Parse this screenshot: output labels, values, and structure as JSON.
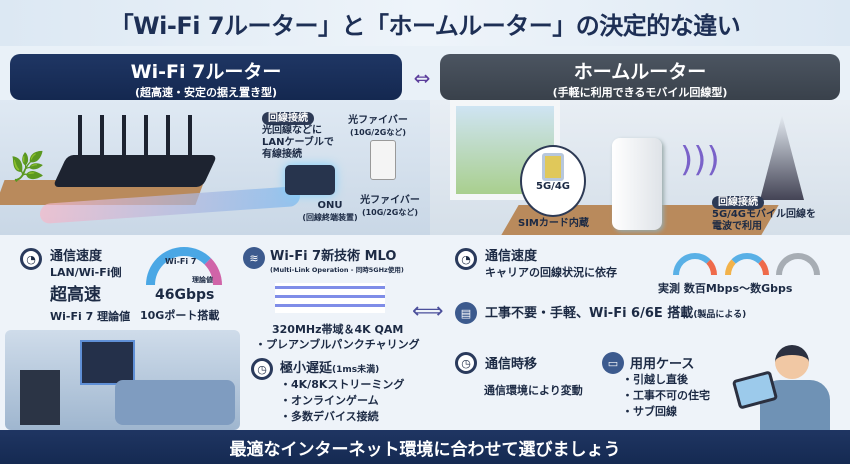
{
  "title": "「Wi-Fi 7ルーター」と「ホームルーター」の決定的な違い",
  "left": {
    "header": "Wi-Fi 7ルーター",
    "subheader": "(超高速・安定の据え置き型)",
    "illustration": {
      "badge": "回線接続",
      "desc": [
        "光回線などに",
        "LANケーブルで",
        "有線接続"
      ],
      "fiber_top": "光ファイバー",
      "fiber_top_sub": "(10G/2Gなど)",
      "fiber_bottom": "光ファイバー",
      "fiber_bottom_sub": "(10G/2Gなど)",
      "onu": "ONU",
      "onu_sub": "(回線終端装置)"
    },
    "speed": {
      "heading": "通信速度",
      "line1": "LAN/Wi-Fi側",
      "line2": "超高速",
      "line3": "Wi-Fi 7 理論値",
      "gauge_label": "Wi-Fi 7",
      "gauge_sub": "理論値",
      "value": "46Gbps",
      "port": "10Gポート搭載"
    },
    "mlo": {
      "heading": "Wi-Fi 7新技術 MLO",
      "sub": "(Multi-Link Operation - 同時5GHz使用)",
      "line1": "320MHz帯域＆4K QAM",
      "line2": "・プレアンブルパンクチャリング"
    },
    "latency": {
      "heading": "極小遅延",
      "heading_sub": "(1ms未満)",
      "items": [
        "・4K/8Kストリーミング",
        "・オンラインゲーム",
        "・多数デバイス接続"
      ]
    }
  },
  "right": {
    "header": "ホームルーター",
    "subheader": "(手軽に利用できるモバイル回線型)",
    "illustration": {
      "sim": "5G/4G",
      "sim_caption": "SIMカード内蔵",
      "badge": "回線接続",
      "desc": [
        "5G/4Gモバイル回線を",
        "電波で利用"
      ]
    },
    "speed": {
      "heading": "通信速度",
      "line1": "キャリアの回線状況に依存",
      "measured": "実測 数百Mbps～数Gbps"
    },
    "feature": {
      "text": "工事不要・手軽、Wi-Fi 6/6E 搭載",
      "sub": "(製品による)"
    },
    "timing": {
      "heading": "通信時移",
      "body": "通信環境により変動"
    },
    "usecase": {
      "heading": "用用ケース",
      "items": [
        "・引越し直後",
        "・工事不可の住宅",
        "・サブ回線"
      ]
    }
  },
  "footer": "最適なインターネット環境に合わせて選びましょう",
  "colors": {
    "navy": "#1f3664",
    "gray": "#444c56",
    "accent": "#5b3d9b"
  }
}
